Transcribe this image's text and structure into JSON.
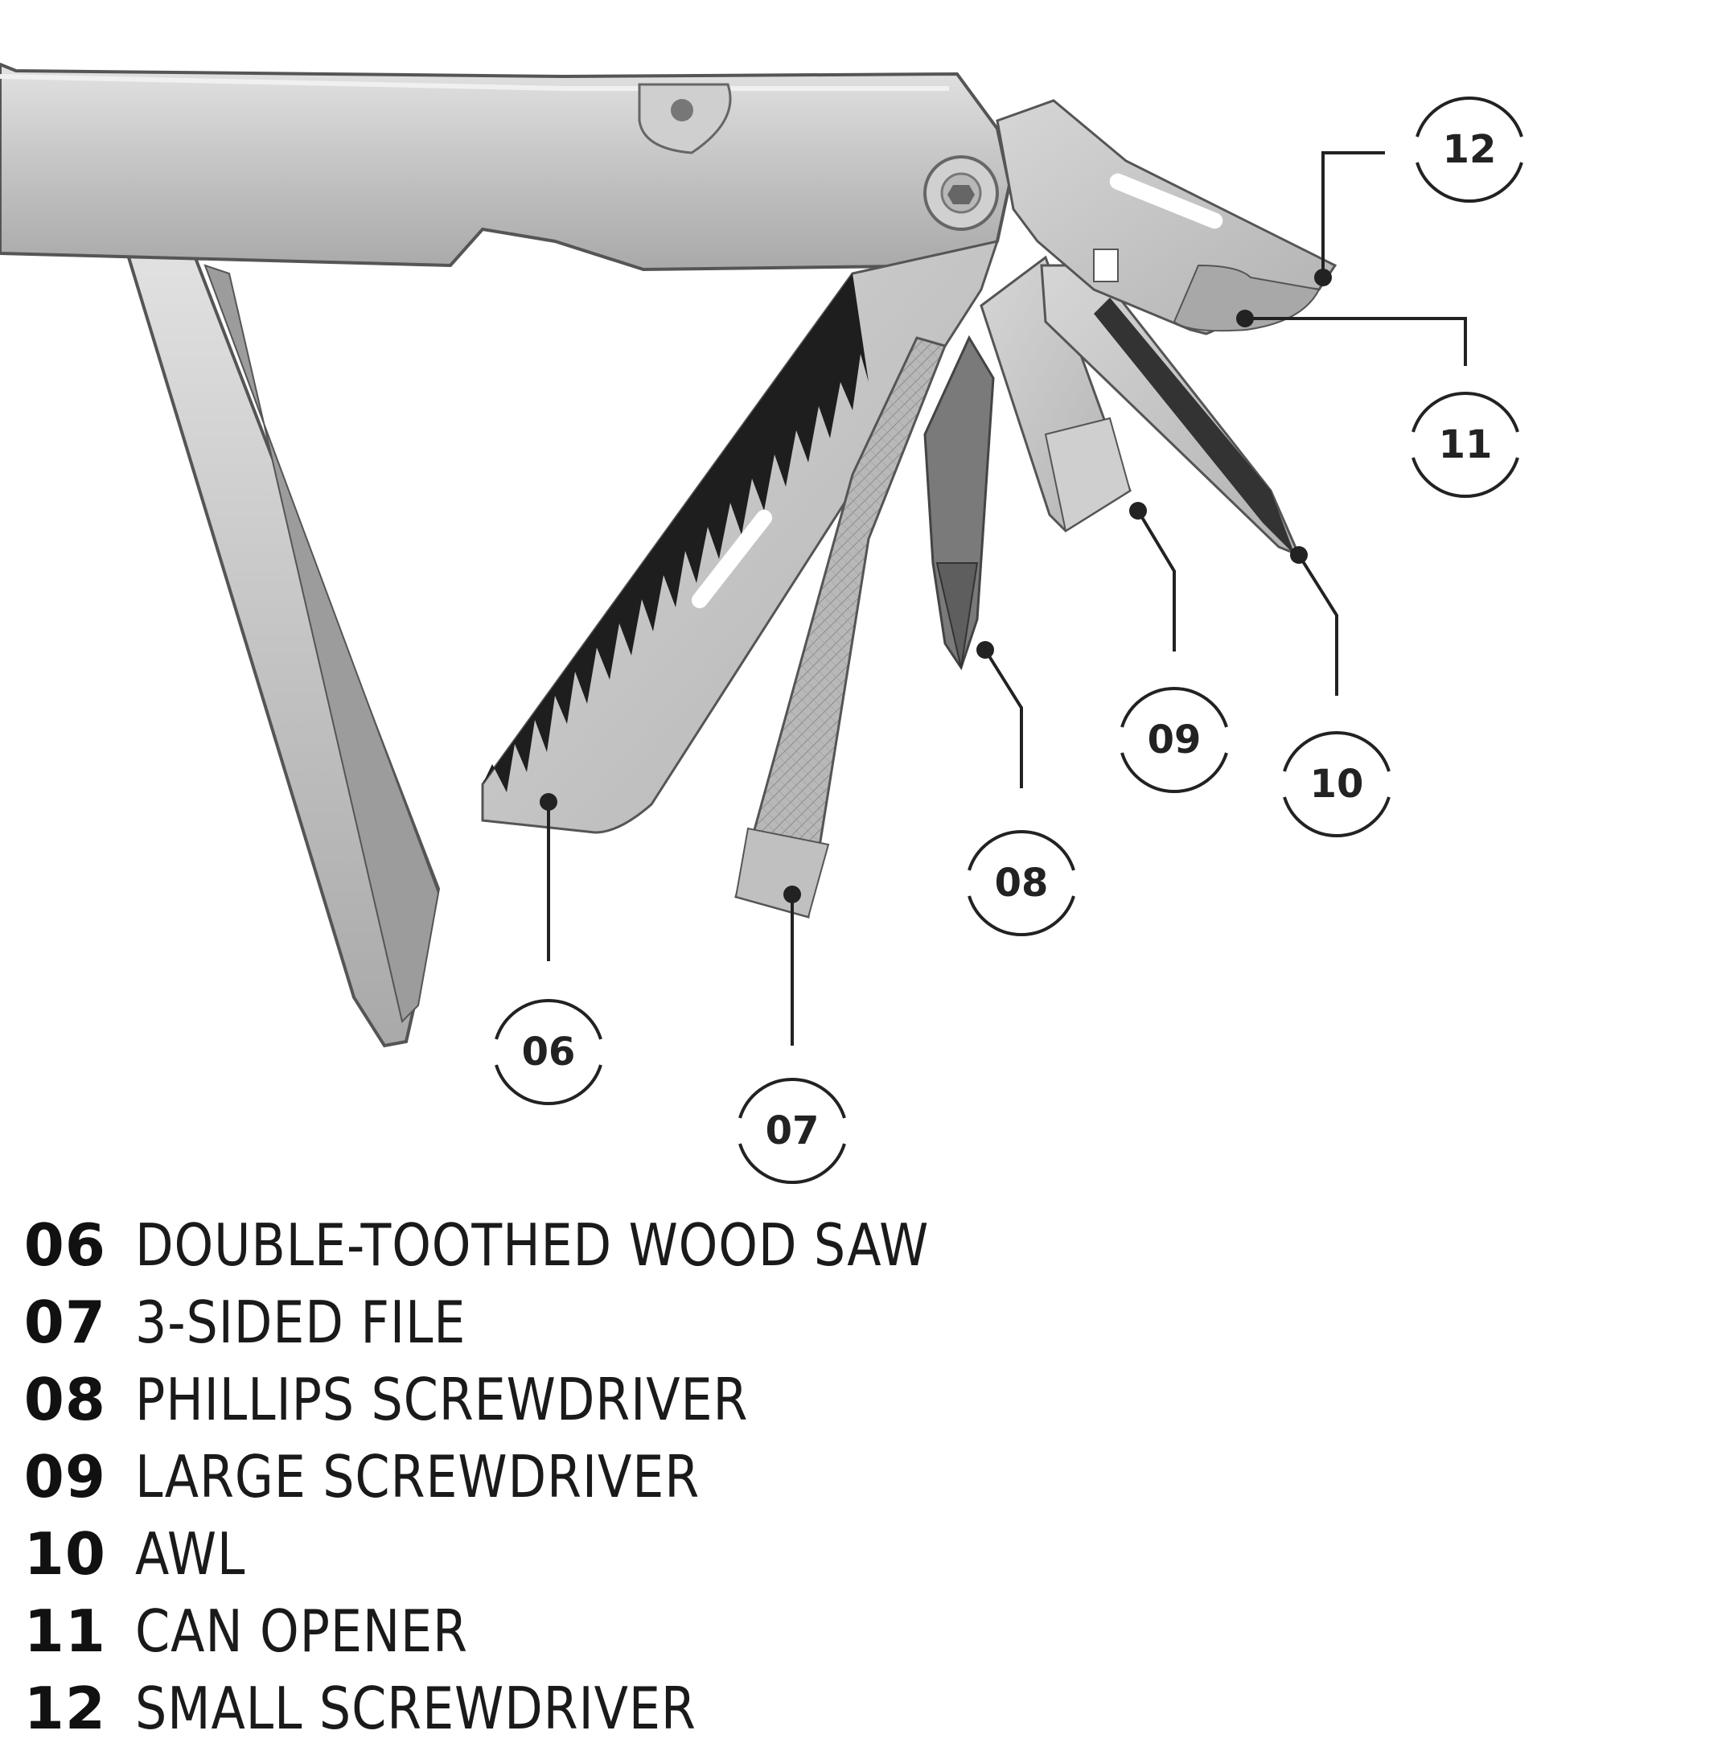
{
  "callouts": [
    {
      "number": "06"
    },
    {
      "number": "07"
    },
    {
      "number": "08"
    },
    {
      "number": "09"
    },
    {
      "number": "10"
    },
    {
      "number": "11"
    },
    {
      "number": "12"
    }
  ],
  "legend": [
    {
      "number": "06",
      "label": "DOUBLE-TOOTHED WOOD SAW"
    },
    {
      "number": "07",
      "label": "3-SIDED FILE"
    },
    {
      "number": "08",
      "label": "PHILLIPS SCREWDRIVER"
    },
    {
      "number": "09",
      "label": "LARGE SCREWDRIVER"
    },
    {
      "number": "10",
      "label": "AWL"
    },
    {
      "number": "11",
      "label": "CAN OPENER"
    },
    {
      "number": "12",
      "label": "SMALL SCREWDRIVER"
    }
  ],
  "colors": {
    "steel": "#c8c8c8",
    "steel_dark": "#8a8a8a",
    "line": "#222222",
    "text": "#111111"
  }
}
